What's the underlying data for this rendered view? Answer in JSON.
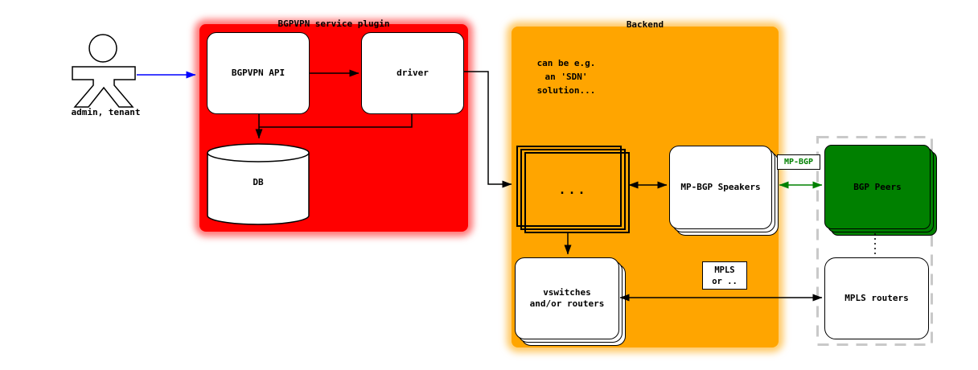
{
  "diagram": {
    "actor": {
      "label": "admin, tenant"
    },
    "plugin": {
      "title": "BGPVPN service plugin",
      "api_label": "BGPVPN API",
      "driver_label": "driver",
      "db_label": "DB"
    },
    "backend": {
      "title": "Backend",
      "note_line1": "can be e.g.",
      "note_line2": "an 'SDN' solution...",
      "stack_dots": "...",
      "speakers_label": "MP-BGP Speakers",
      "vswitches_line1": "vswitches",
      "vswitches_line2": "and/or routers"
    },
    "links": {
      "mp_bgp_label": "MP-BGP",
      "mpls_line1": "MPLS",
      "mpls_line2": "or .."
    },
    "external": {
      "bgp_peers_label": "BGP Peers",
      "mpls_routers_label": "MPLS routers"
    },
    "colors": {
      "plugin_fill": "#ff0000",
      "backend_fill": "#ffa500",
      "bgp_peers_fill": "#008000",
      "actor_arrow": "#0000ff",
      "bgp_arrow": "#008000",
      "dashed_border": "#c9c9c9"
    }
  }
}
